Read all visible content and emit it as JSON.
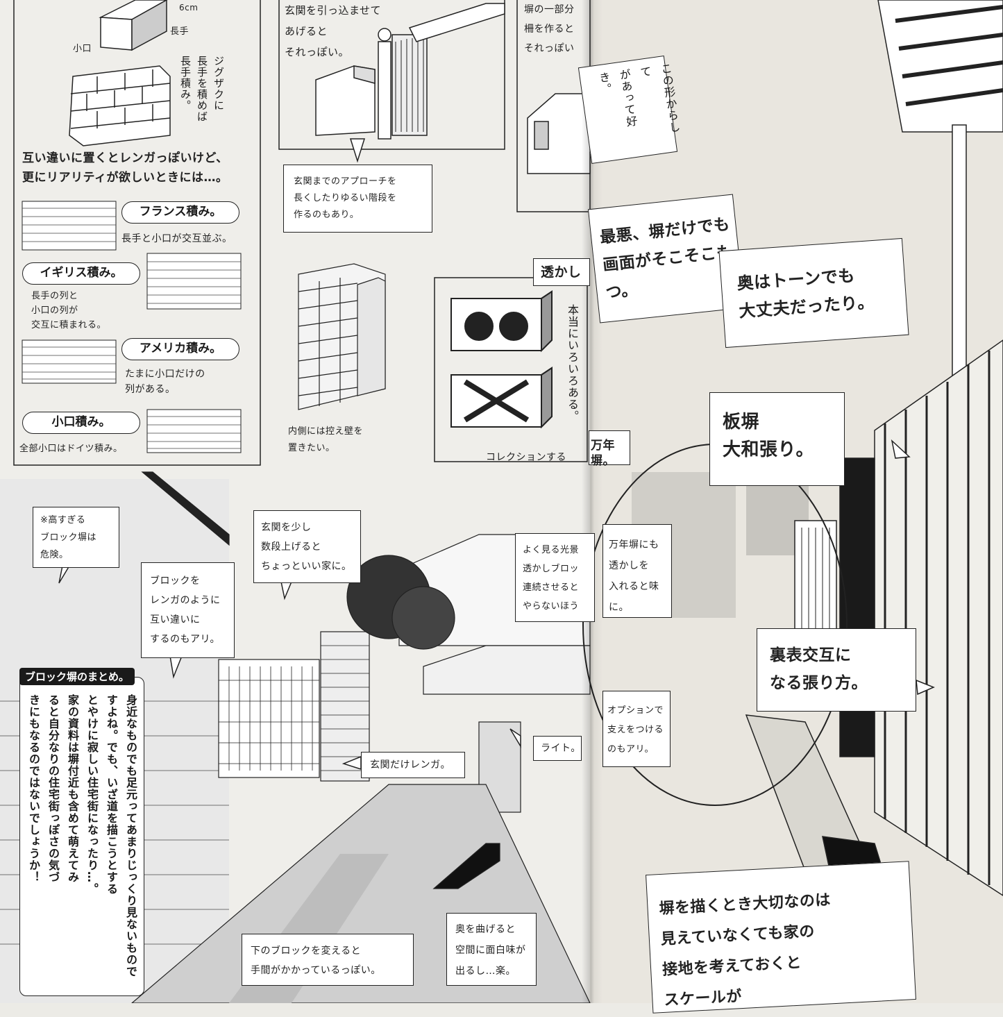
{
  "top_left": {
    "size_label": "6cm",
    "nagate_label": "長手",
    "koguchi_label": "小口",
    "zigzag_note": "ジグザクに\n長手を積めば\n長手積み。",
    "intro_line1": "互い違いに置くとレンガっぽいけど、",
    "intro_line2": "更にリアリティが欲しいときには…。",
    "french_title": "フランス積み。",
    "french_desc": "長手と小口が交互並ぶ。",
    "english_title": "イギリス積み。",
    "english_desc": "長手の列と\n小口の列が\n交互に積まれる。",
    "american_title": "アメリカ積み。",
    "american_desc": "たまに小口だけの\n列がある。",
    "header_title": "小口積み。",
    "header_desc": "全部小口はドイツ積み。"
  },
  "top_middle": {
    "entrance_note": "玄関を引っ込ませて\nあげると\nそれっぽい。",
    "approach_note": "玄関までのアプローチを\n長くしたりゆるい階段を\n作るのもあり。",
    "buttress_note": "内側には控え壁を\n置きたい。"
  },
  "top_right_left": {
    "fence_note": "塀の一部分\n柵を作ると\nそれっぽい",
    "sukashi_title": "透かし",
    "variety_note": "本当にいろいろある。",
    "collection_note": "コレクションする"
  },
  "bottom_left": {
    "warning_note": "※高すぎる\nブロック塀は\n危険。",
    "brick_like_note": "ブロックを\nレンガのように\n互い違いに\nするのもアリ。",
    "raise_entrance_note": "玄関を少し\n数段上げると\nちょっといい家に。",
    "common_scene_note": "よく見る光景\n透かしブロッ\n連続させると\nやらないほう",
    "brick_entrance_note": "玄関だけレンガ。",
    "light_note": "ライト。",
    "lower_block_note": "下のブロックを変えると\n手間がかかっているっぽい。",
    "turn_note": "奥を曲げると\n空間に面白味が\n出るし…楽。",
    "summary_title": "ブロック塀のまとめ。",
    "summary_text": "身近なものでも足元ってあまりじっくり見ないもので\nすよね。でも、いざ道を描こうとする\nとやけに寂しい住宅街になったり…。\n家の資料は塀付近も含めて萌えてみ\nると自分なりの住宅街っぽさの気づ\nきにもなるのではないでしょうか！"
  },
  "right_page": {
    "shape_note": "この形からして\nがあって好き。",
    "worst_case_note": "最悪、塀だけでも\n画面がそこそこもつ。",
    "tone_note": "奥はトーンでも\n大丈夫だったり。",
    "itabei_note": "板塀\n大和張り。",
    "mannen_title": "万年塀。",
    "mannen_note": "万年塀にも\n透かしを\n入れると味に。",
    "alternate_note": "裏表交互に\nなる張り方。",
    "option_note": "オプションで\n支えをつける\nのもアリ。",
    "important_note": "塀を描くとき大切なのは\n見えていなくても家の\n接地を考えておくと\nスケールが"
  }
}
